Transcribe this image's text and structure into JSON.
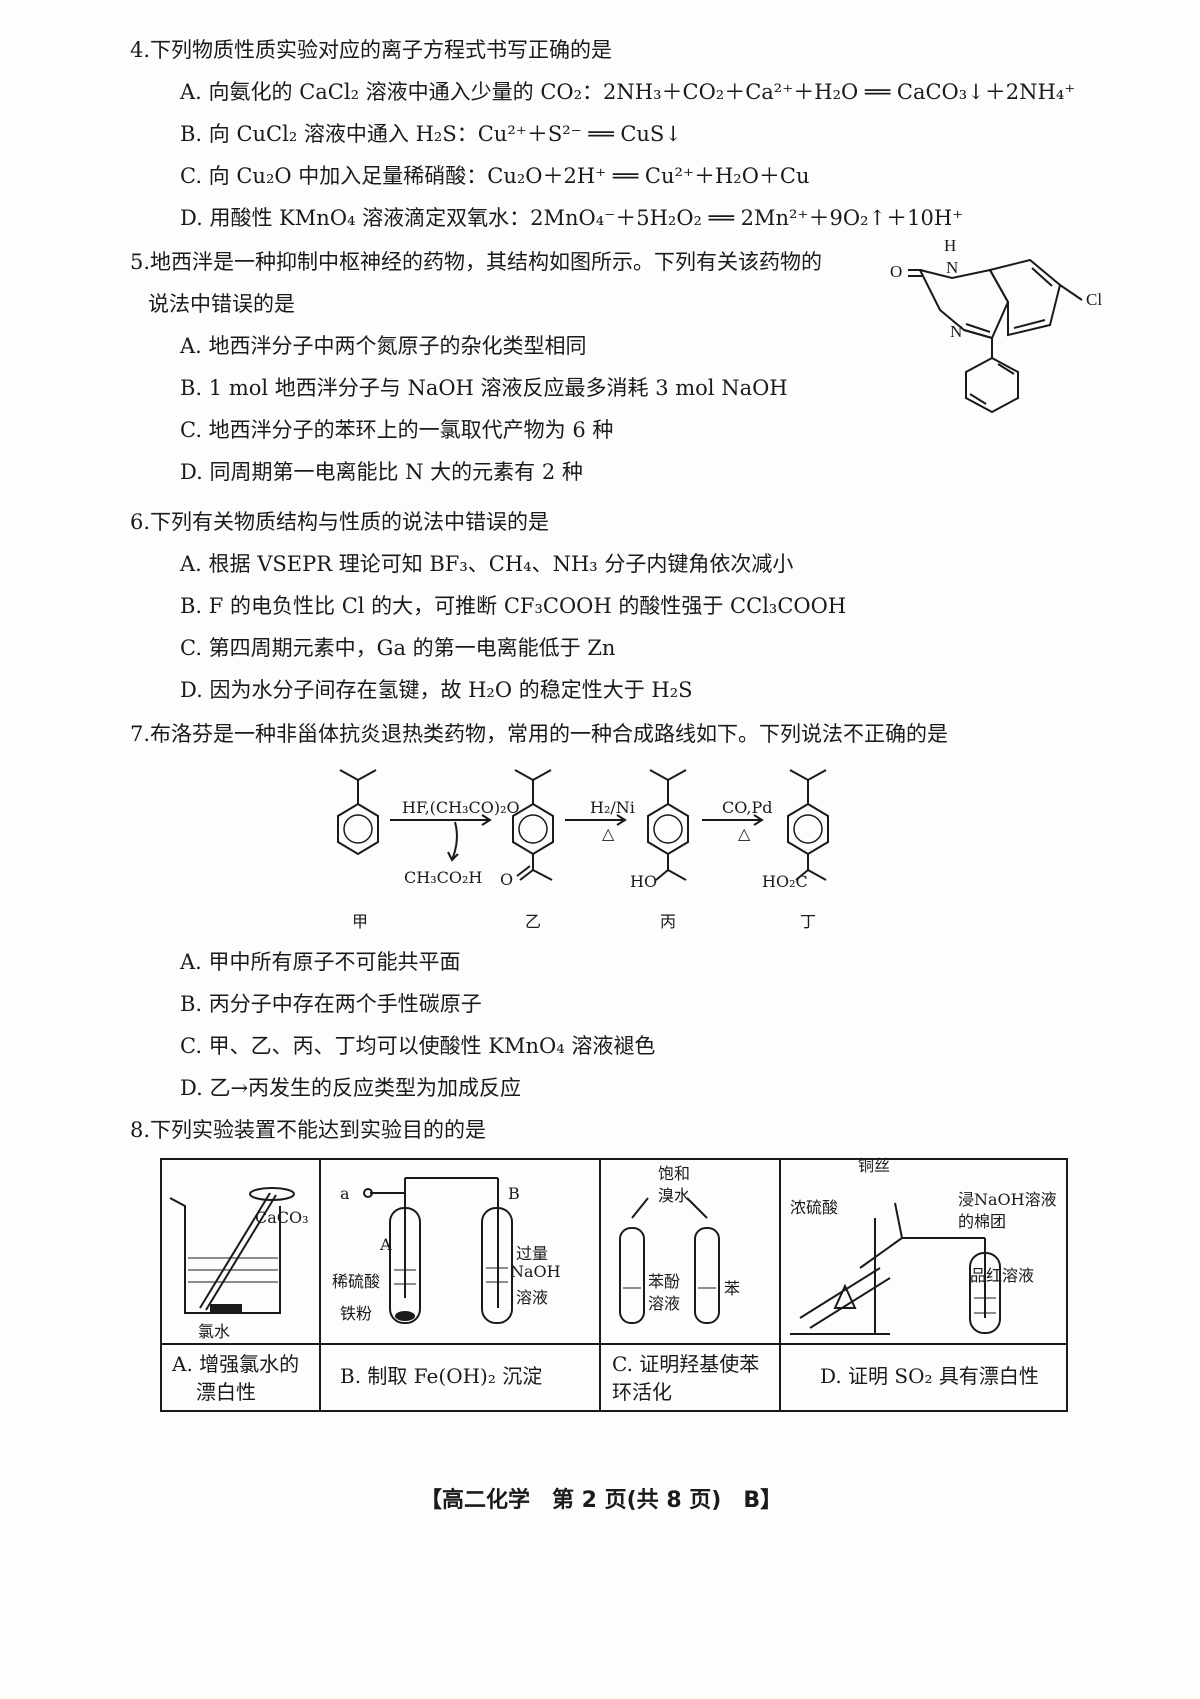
{
  "q4": {
    "stem": "4.下列物质性质实验对应的离子方程式书写正确的是",
    "A": "A. 向氨化的 CaCl₂ 溶液中通入少量的 CO₂：2NH₃＋CO₂＋Ca²⁺＋H₂O ══ CaCO₃↓＋2NH₄⁺",
    "B": "B. 向 CuCl₂ 溶液中通入 H₂S：Cu²⁺＋S²⁻ ══ CuS↓",
    "C": "C. 向 Cu₂O 中加入足量稀硝酸：Cu₂O＋2H⁺ ══ Cu²⁺＋H₂O＋Cu",
    "D": "D. 用酸性 KMnO₄ 溶液滴定双氧水：2MnO₄⁻＋5H₂O₂ ══ 2Mn²⁺＋9O₂↑＋10H⁺"
  },
  "q5": {
    "stem1": "5.地西泮是一种抑制中枢神经的药物，其结构如图所示。下列有关该药物的",
    "stem2": "说法中错误的是",
    "A": "A. 地西泮分子中两个氮原子的杂化类型相同",
    "B": "B. 1 mol 地西泮分子与 NaOH 溶液反应最多消耗 3 mol NaOH",
    "C": "C. 地西泮分子的苯环上的一氯取代产物为 6 种",
    "D": "D. 同周期第一电离能比 N 大的元素有 2 种",
    "labels": {
      "H": "H",
      "N1": "N",
      "N2": "N",
      "O": "O",
      "Cl": "Cl"
    }
  },
  "q6": {
    "stem": "6.下列有关物质结构与性质的说法中错误的是",
    "A": "A. 根据 VSEPR 理论可知 BF₃、CH₄、NH₃ 分子内键角依次减小",
    "B": "B. F 的电负性比 Cl 的大，可推断 CF₃COOH 的酸性强于 CCl₃COOH",
    "C": "C. 第四周期元素中，Ga 的第一电离能低于 Zn",
    "D": "D. 因为水分子间存在氢键，故 H₂O 的稳定性大于 H₂S"
  },
  "q7": {
    "stem": "7.布洛芬是一种非甾体抗炎退热类药物，常用的一种合成路线如下。下列说法不正确的是",
    "reagent1": "HF,(CH₃CO)₂O",
    "byproduct": "CH₃CO₂H",
    "reagent2": "H₂/Ni",
    "reagent3": "CO,Pd",
    "heat": "△",
    "ketone_O": "O",
    "alcohol": "HO",
    "acid": "HO₂C",
    "names": [
      "甲",
      "乙",
      "丙",
      "丁"
    ],
    "A": "A. 甲中所有原子不可能共平面",
    "B": "B. 丙分子中存在两个手性碳原子",
    "C": "C. 甲、乙、丙、丁均可以使酸性 KMnO₄ 溶液褪色",
    "D": "D. 乙→丙发生的反应类型为加成反应"
  },
  "q8": {
    "stem": "8.下列实验装置不能达到实验目的的是",
    "panelA": {
      "caco3": "CaCO₃",
      "water": "氯水",
      "caption1": "A. 增强氯水的",
      "caption2": "漂白性"
    },
    "panelB": {
      "a": "a",
      "A": "A",
      "B": "B",
      "acid": "稀硫酸",
      "iron": "铁粉",
      "naoh1": "过量",
      "naoh2": "NaOH",
      "naoh3": "溶液",
      "caption": "B. 制取 Fe(OH)₂ 沉淀"
    },
    "panelC": {
      "top1": "饱和",
      "top2": "溴水",
      "phenol1": "苯酚",
      "phenol2": "溶液",
      "benzene": "苯",
      "caption1": "C. 证明羟基使苯",
      "caption2": "环活化"
    },
    "panelD": {
      "cu": "铜丝",
      "acid": "浓硫酸",
      "cotton1": "浸NaOH溶液",
      "cotton2": "的棉团",
      "dye": "品红溶液",
      "caption": "D. 证明 SO₂ 具有漂白性"
    }
  },
  "footer": "【高二化学　第 2 页(共 8 页)　B】"
}
